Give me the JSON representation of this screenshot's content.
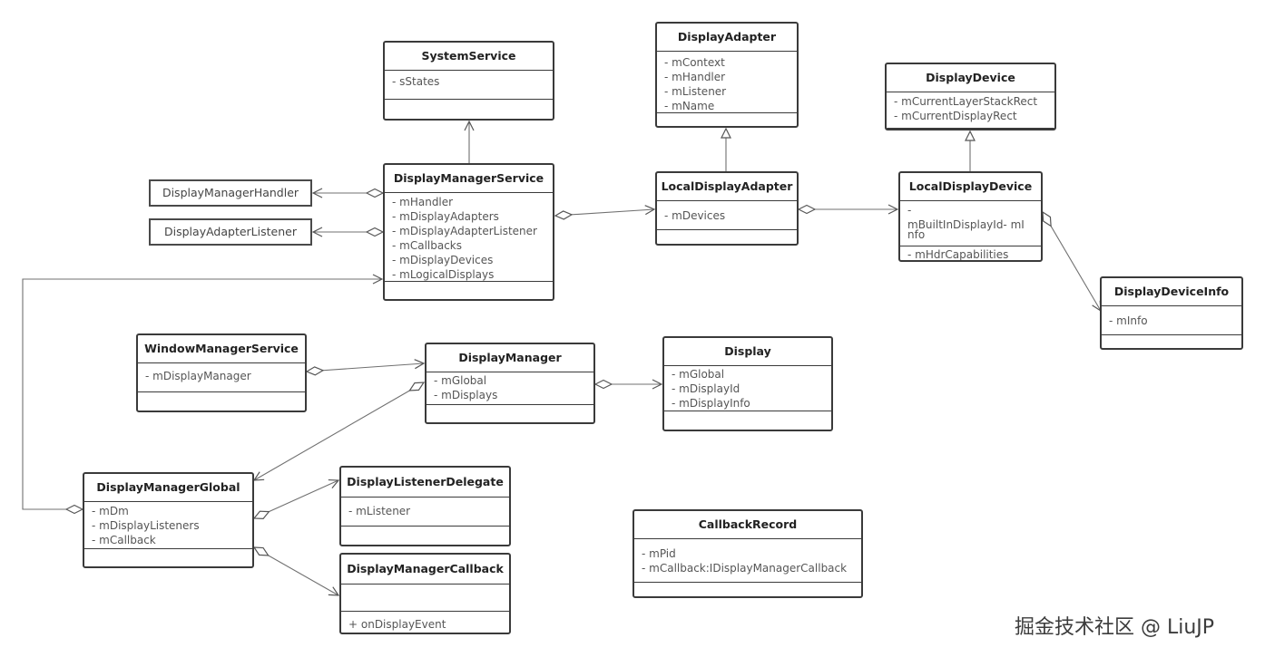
{
  "classes": {
    "system_service": {
      "name": "SystemService",
      "attrs": [
        "- sStates"
      ],
      "ops": []
    },
    "display_adapter": {
      "name": "DisplayAdapter",
      "attrs": [
        "- mContext",
        "- mHandler",
        "- mListener",
        "- mName"
      ],
      "ops": []
    },
    "display_device": {
      "name": "DisplayDevice",
      "attrs": [
        "- mCurrentLayerStackRect",
        "- mCurrentDisplayRect"
      ],
      "ops": []
    },
    "display_manager_service": {
      "name": "DisplayManagerService",
      "attrs": [
        "- mHandler",
        "- mDisplayAdapters",
        "- mDisplayAdapterListener",
        "- mCallbacks",
        "- mDisplayDevices",
        "- mLogicalDisplays"
      ],
      "ops": []
    },
    "local_display_adapter": {
      "name": "LocalDisplayAdapter",
      "attrs": [
        "- mDevices"
      ],
      "ops": []
    },
    "local_display_device": {
      "name": "LocalDisplayDevice",
      "attrs": [
        "-",
        "mBuiltInDisplayId- mI",
        "nfo"
      ],
      "attrs2": [
        "- mHdrCapabilities"
      ],
      "ops": []
    },
    "display_device_info": {
      "name": "DisplayDeviceInfo",
      "attrs": [
        "- mInfo"
      ],
      "ops": []
    },
    "window_manager_service": {
      "name": "WindowManagerService",
      "attrs": [
        "- mDisplayManager"
      ],
      "ops": []
    },
    "display_manager": {
      "name": "DisplayManager",
      "attrs": [
        "- mGlobal",
        "- mDisplays"
      ],
      "ops": []
    },
    "display": {
      "name": "Display",
      "attrs": [
        "- mGlobal",
        "- mDisplayId",
        "- mDisplayInfo"
      ],
      "ops": []
    },
    "display_manager_global": {
      "name": "DisplayManagerGlobal",
      "attrs": [
        "- mDm",
        "- mDisplayListeners",
        "- mCallback"
      ],
      "ops": []
    },
    "display_listener_delegate": {
      "name": "DisplayListenerDelegate",
      "attrs": [
        "- mListener"
      ],
      "ops": []
    },
    "display_manager_callback": {
      "name": "DisplayManagerCallback",
      "attrs": [],
      "ops": [
        "+ onDisplayEvent"
      ]
    },
    "callback_record": {
      "name": "CallbackRecord",
      "attrs": [
        "- mPid",
        "- mCallback:IDisplayManagerCallback"
      ],
      "ops": []
    }
  },
  "simple_boxes": {
    "display_manager_handler": "DisplayManagerHandler",
    "display_adapter_listener": "DisplayAdapterListener"
  },
  "watermark": "掘金技术社区 @ LiuJP",
  "colors": {
    "border": "#3a3a3a",
    "line": "#707070",
    "text": "#555555"
  }
}
